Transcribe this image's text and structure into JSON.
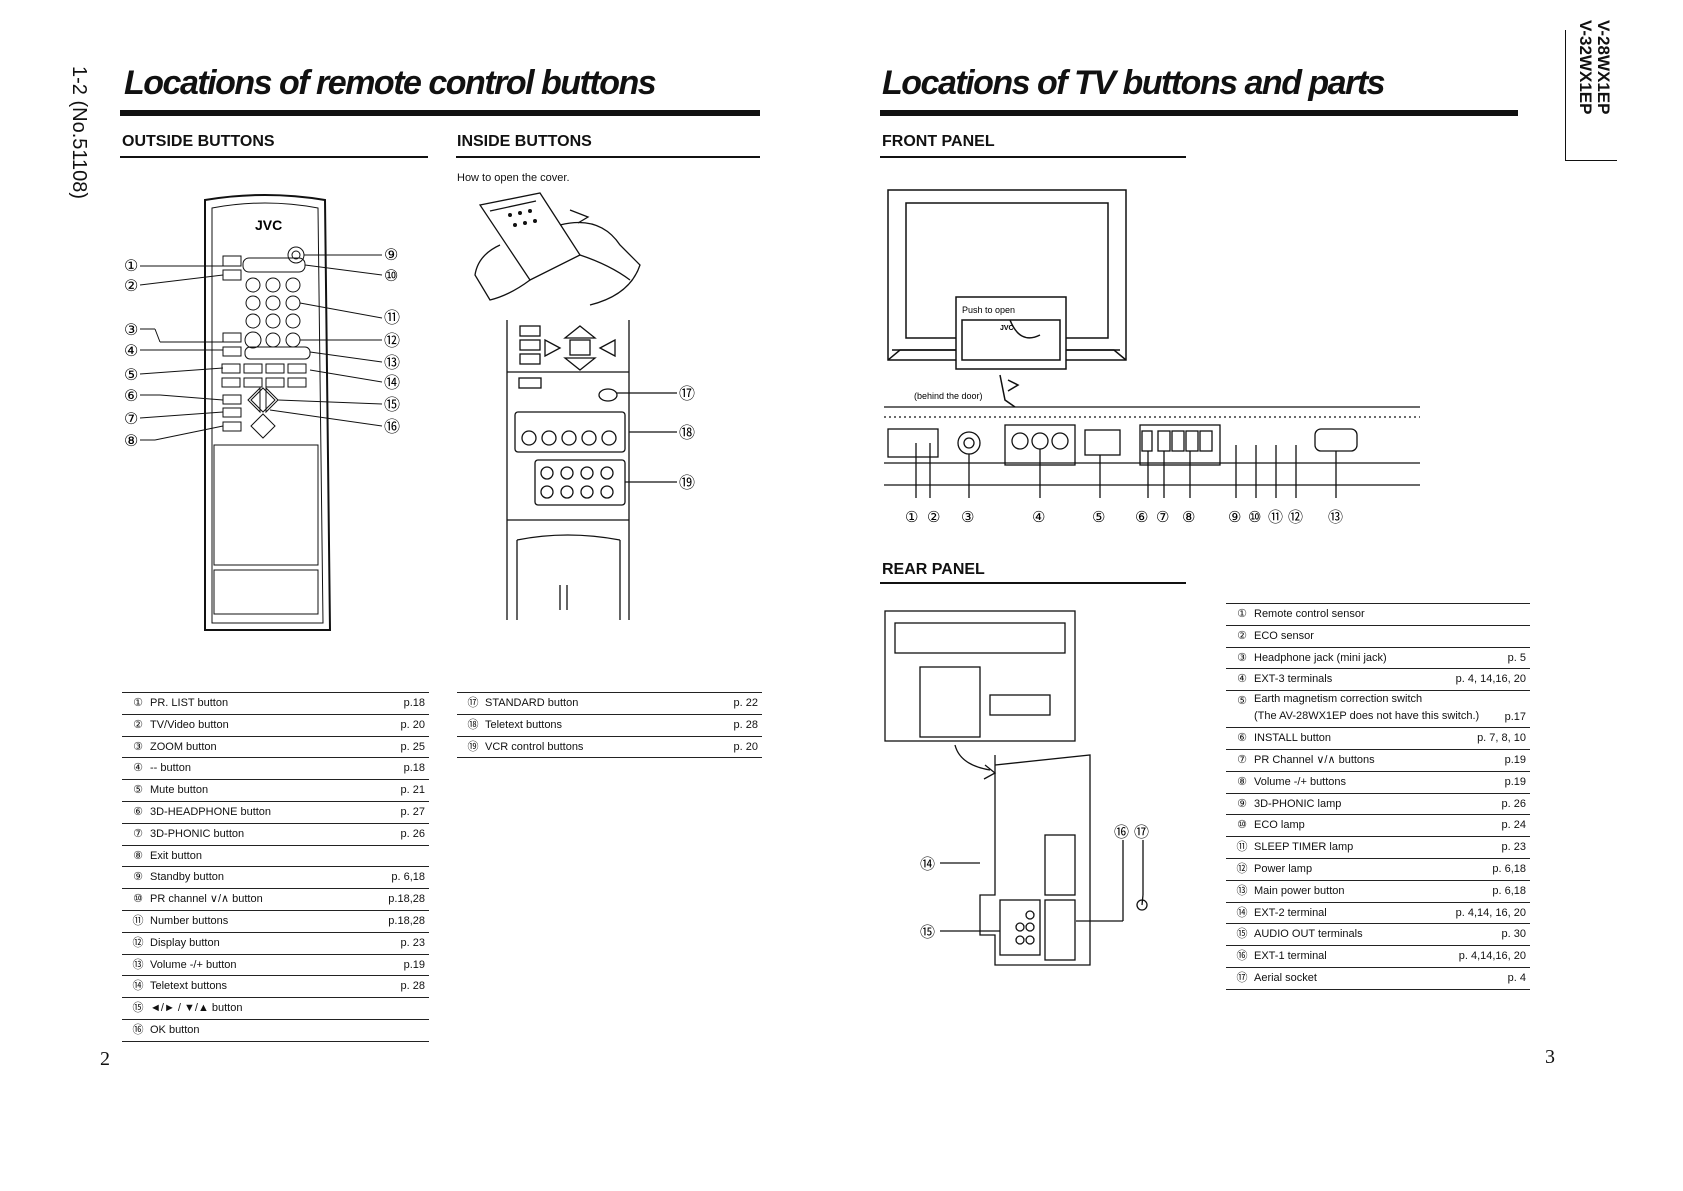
{
  "side_label": "1-2 (No.51108)",
  "model_lines": [
    "V-28WX1EP",
    "V-32WX1EP"
  ],
  "left": {
    "title": "Locations of remote control buttons",
    "outside_heading": "OUTSIDE BUTTONS",
    "inside_heading": "INSIDE BUTTONS",
    "inside_caption": "How to open the cover.",
    "remote_brand": "JVC",
    "outside_table": [
      {
        "num": "①",
        "label": "PR. LIST button",
        "page": "p.18"
      },
      {
        "num": "②",
        "label": "TV/Video button",
        "page": "p. 20"
      },
      {
        "num": "③",
        "label": "ZOOM button",
        "page": "p. 25"
      },
      {
        "num": "④",
        "label": "-- button",
        "page": "p.18"
      },
      {
        "num": "⑤",
        "label": "Mute button",
        "page": "p. 21"
      },
      {
        "num": "⑥",
        "label": "3D-HEADPHONE button",
        "page": "p. 27"
      },
      {
        "num": "⑦",
        "label": "3D-PHONIC button",
        "page": "p. 26"
      },
      {
        "num": "⑧",
        "label": "Exit button",
        "page": ""
      },
      {
        "num": "⑨",
        "label": "Standby button",
        "page": "p. 6,18"
      },
      {
        "num": "⑩",
        "label": "PR channel ∨/∧ button",
        "page": "p.18,28"
      },
      {
        "num": "⑪",
        "label": "Number buttons",
        "page": "p.18,28"
      },
      {
        "num": "⑫",
        "label": "Display button",
        "page": "p. 23"
      },
      {
        "num": "⑬",
        "label": "Volume -/+ button",
        "page": "p.19"
      },
      {
        "num": "⑭",
        "label": "Teletext buttons",
        "page": "p. 28"
      },
      {
        "num": "⑮",
        "label": "◄/► / ▼/▲ button",
        "page": ""
      },
      {
        "num": "⑯",
        "label": "OK button",
        "page": ""
      }
    ],
    "inside_table": [
      {
        "num": "⑰",
        "label": "STANDARD button",
        "page": "p. 22"
      },
      {
        "num": "⑱",
        "label": "Teletext buttons",
        "page": "p. 28"
      },
      {
        "num": "⑲",
        "label": "VCR control buttons",
        "page": "p. 20"
      }
    ],
    "page_number": "2"
  },
  "right": {
    "title": "Locations of TV buttons and parts",
    "front_heading": "FRONT PANEL",
    "rear_heading": "REAR PANEL",
    "push_to_open": "Push to open",
    "behind_door": "(behind the door)",
    "tv_brand": "JVC",
    "parts_table": [
      {
        "num": "①",
        "label": "Remote control sensor",
        "page": ""
      },
      {
        "num": "②",
        "label": "ECO sensor",
        "page": ""
      },
      {
        "num": "③",
        "label": "Headphone jack (mini jack)",
        "page": "p. 5"
      },
      {
        "num": "④",
        "label": "EXT-3 terminals",
        "page": "p. 4, 14,16, 20"
      },
      {
        "num": "⑤",
        "label": "Earth magnetism correction switch",
        "label2": "(The AV-28WX1EP does not have this switch.)",
        "page": "p.17"
      },
      {
        "num": "⑥",
        "label": "INSTALL button",
        "page": "p. 7, 8, 10"
      },
      {
        "num": "⑦",
        "label": "PR Channel ∨/∧ buttons",
        "page": "p.19"
      },
      {
        "num": "⑧",
        "label": "Volume -/+ buttons",
        "page": "p.19"
      },
      {
        "num": "⑨",
        "label": "3D-PHONIC lamp",
        "page": "p. 26"
      },
      {
        "num": "⑩",
        "label": "ECO lamp",
        "page": "p. 24"
      },
      {
        "num": "⑪",
        "label": "SLEEP TIMER lamp",
        "page": "p. 23"
      },
      {
        "num": "⑫",
        "label": "Power lamp",
        "page": "p. 6,18"
      },
      {
        "num": "⑬",
        "label": "Main power button",
        "page": "p. 6,18"
      },
      {
        "num": "⑭",
        "label": "EXT-2 terminal",
        "page": "p. 4,14, 16, 20"
      },
      {
        "num": "⑮",
        "label": "AUDIO OUT terminals",
        "page": "p. 30"
      },
      {
        "num": "⑯",
        "label": "EXT-1 terminal",
        "page": "p. 4,14,16, 20"
      },
      {
        "num": "⑰",
        "label": "Aerial socket",
        "page": "p. 4"
      }
    ],
    "page_number": "3"
  },
  "callouts": {
    "remote_left": [
      "①",
      "②",
      "③",
      "④",
      "⑤",
      "⑥",
      "⑦",
      "⑧"
    ],
    "remote_right": [
      "⑨",
      "⑩",
      "⑪",
      "⑫",
      "⑬",
      "⑭",
      "⑮",
      "⑯"
    ],
    "inside": [
      "⑰",
      "⑱",
      "⑲"
    ],
    "front": [
      "①",
      "②",
      "③",
      "④",
      "⑤",
      "⑥",
      "⑦",
      "⑧",
      "⑨",
      "⑩",
      "⑪",
      "⑫",
      "⑬"
    ],
    "rear": [
      "⑭",
      "⑮",
      "⑯",
      "⑰"
    ]
  }
}
